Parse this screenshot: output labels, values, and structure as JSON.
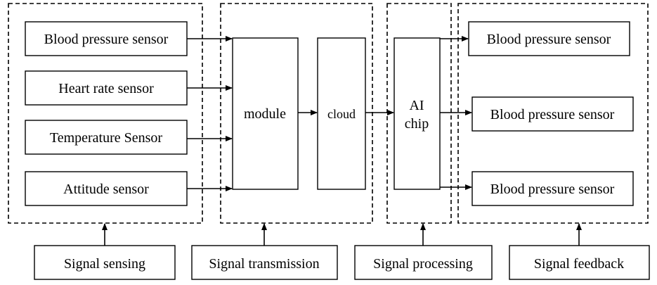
{
  "sensors": [
    {
      "label": "Blood pressure sensor"
    },
    {
      "label": "Heart rate sensor"
    },
    {
      "label": "Temperature Sensor"
    },
    {
      "label": "Attitude sensor"
    }
  ],
  "transmission": {
    "module_label": "module",
    "cloud_label": "cloud"
  },
  "processing": {
    "chip_line1": "AI",
    "chip_line2": "chip"
  },
  "feedback": [
    {
      "label": "Blood pressure sensor"
    },
    {
      "label": "Blood pressure sensor"
    },
    {
      "label": "Blood pressure sensor"
    }
  ],
  "stages": [
    {
      "label": "Signal sensing"
    },
    {
      "label": "Signal transmission"
    },
    {
      "label": "Signal processing"
    },
    {
      "label": "Signal feedback"
    }
  ]
}
